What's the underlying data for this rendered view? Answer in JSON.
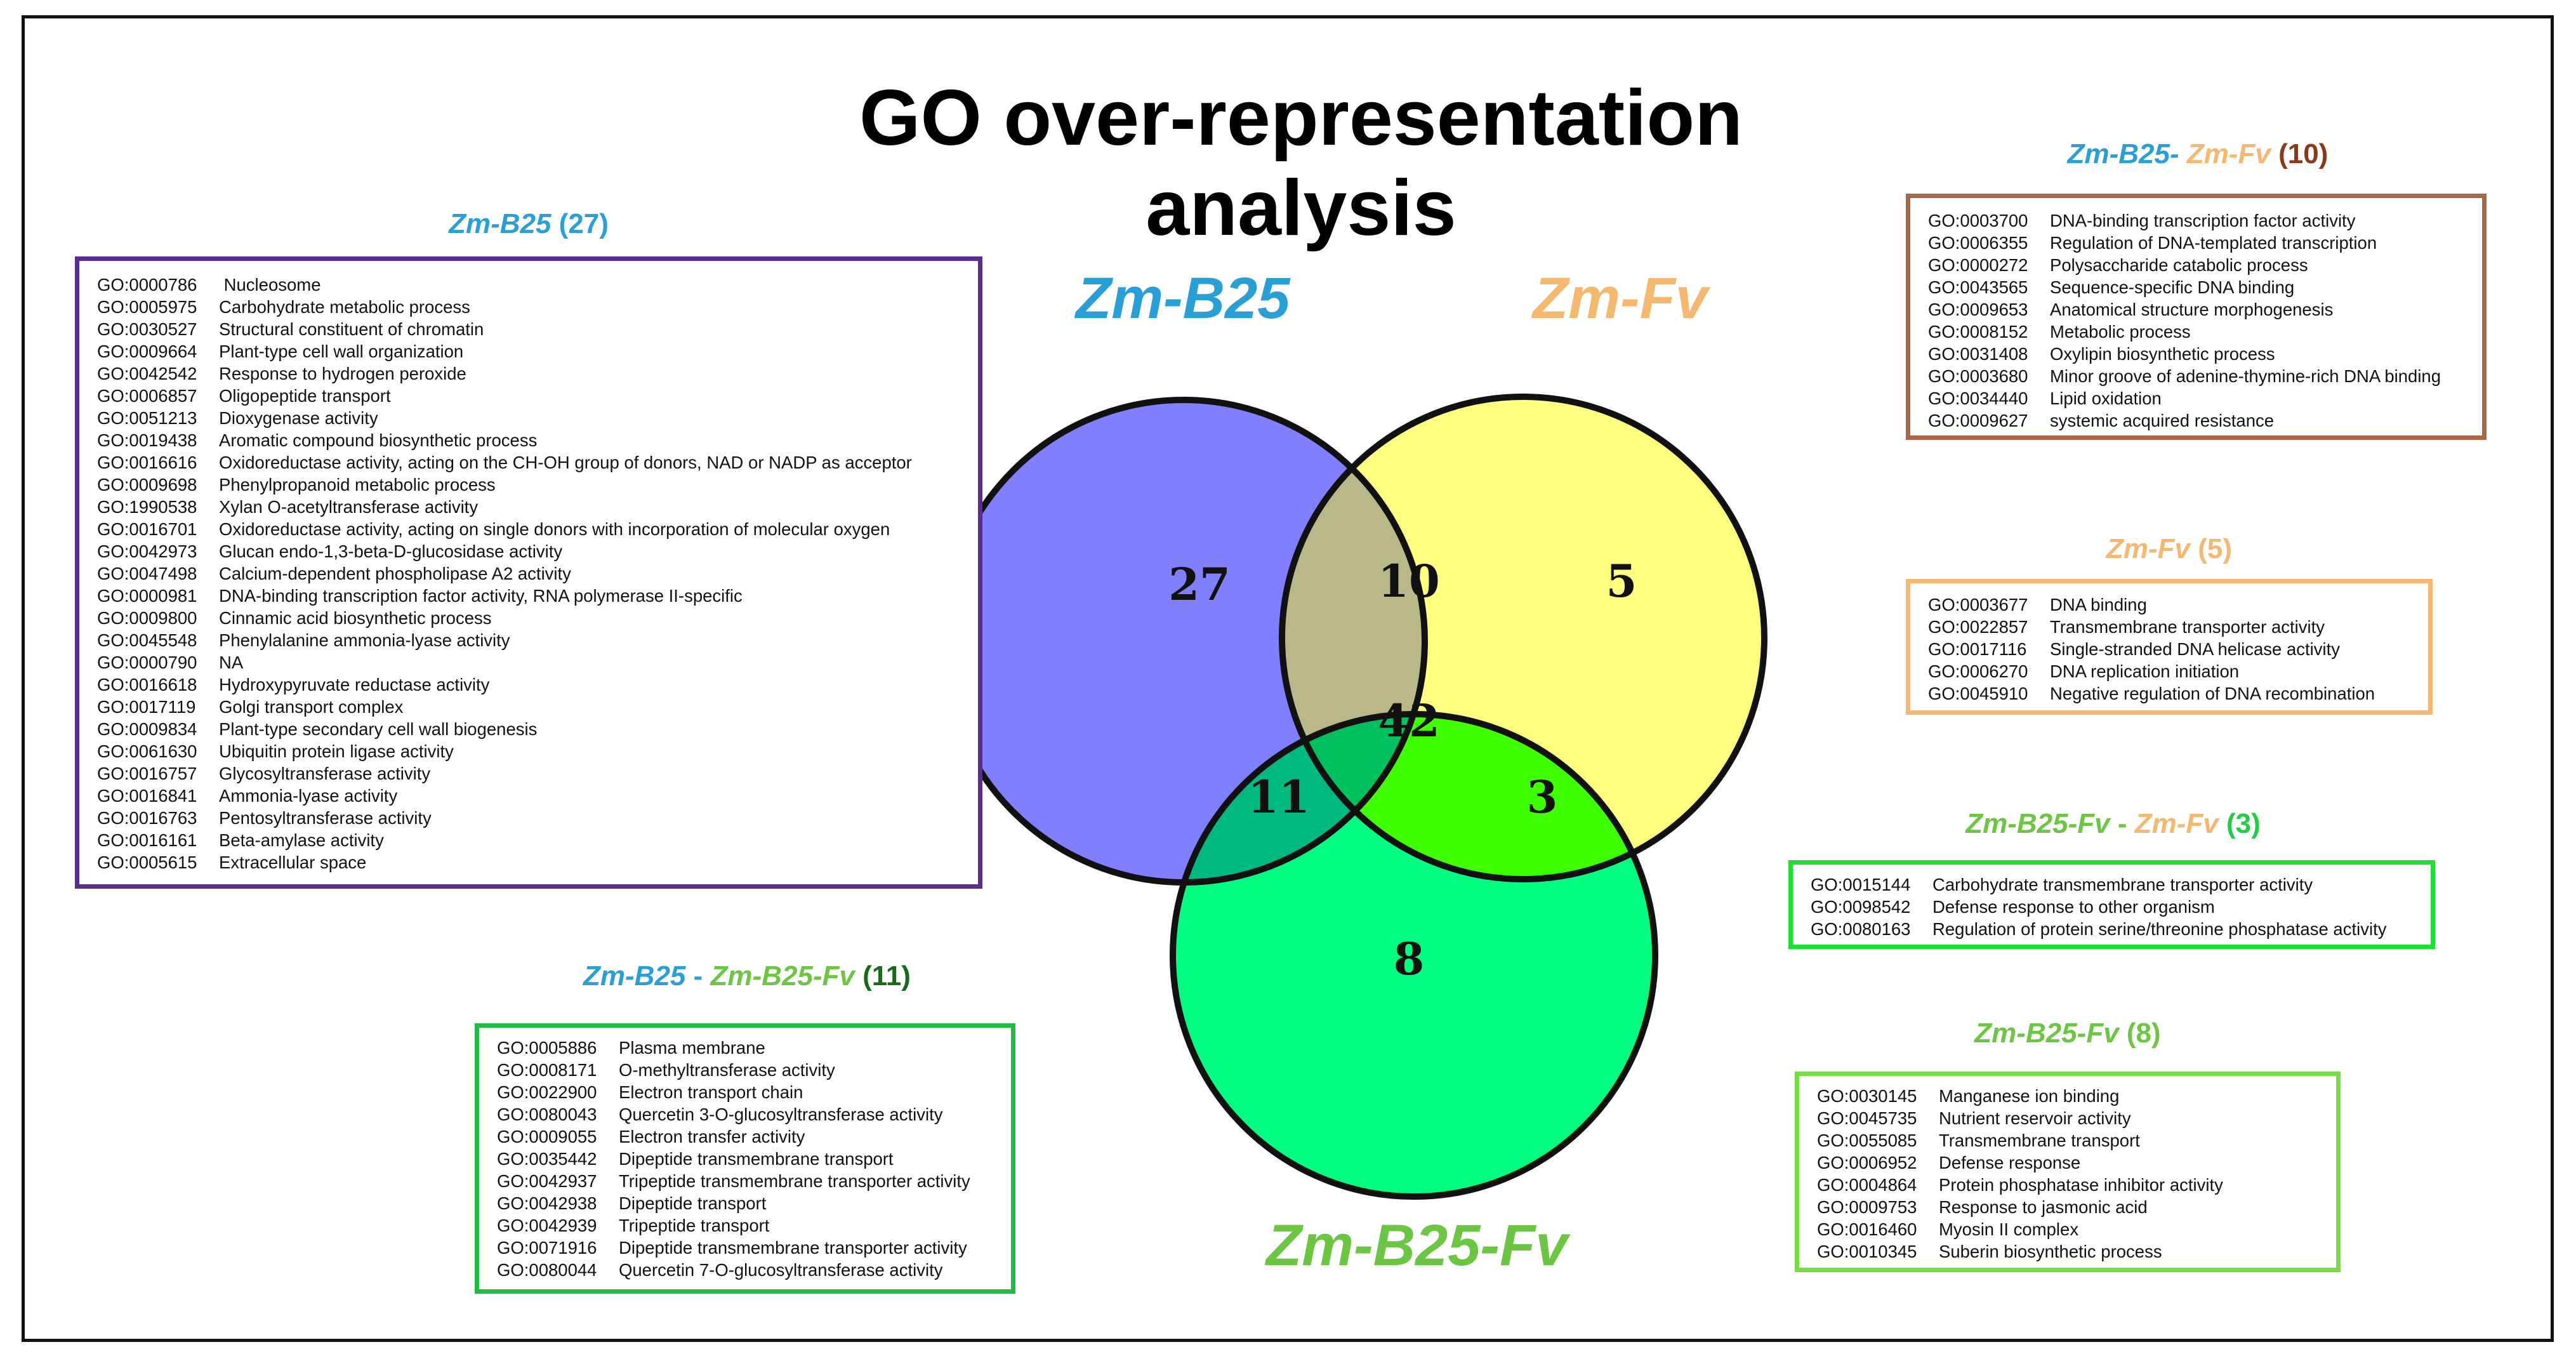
{
  "title": "GO over-representation analysis",
  "colors": {
    "zm_b25": "#2a9fd6",
    "zm_fv": "#f4b870",
    "zm_b25_fv": "#6cc644",
    "circle_b25_fill": "#8080ff",
    "circle_fv_fill": "#ffff80",
    "circle_b25fv_fill": "#00ff80",
    "overlap_b25_fv": "#b8b888",
    "overlap_b25_b25fv": "#00b880",
    "overlap_fv_b25fv": "#40ff00",
    "overlap_all": "#00c060",
    "box_b25": "#5a2d91",
    "box_b25_fv": "#a86848",
    "box_fv": "#f4b870",
    "box_b25fv": "#22cc44",
    "count_b25_fv": "#8a3a1a",
    "count_b25_b25fv": "#1a6a1a"
  },
  "venn": {
    "labels": {
      "zm_b25": "Zm-B25",
      "zm_fv": "Zm-Fv",
      "zm_b25_fv": "Zm-B25-Fv"
    },
    "counts": {
      "b25_only": "27",
      "b25_and_fv": "10",
      "fv_only": "5",
      "all_three": "42",
      "b25_and_b25fv": "11",
      "fv_and_b25fv": "3",
      "b25fv_only": "8"
    }
  },
  "boxes": {
    "b25": {
      "name": "Zm-B25",
      "count": "(27)",
      "items": [
        {
          "go": "GO:0000786",
          "term": " Nucleosome"
        },
        {
          "go": "GO:0005975",
          "term": "Carbohydrate metabolic process"
        },
        {
          "go": "GO:0030527",
          "term": "Structural constituent of chromatin"
        },
        {
          "go": "GO:0009664",
          "term": "Plant-type cell wall organization"
        },
        {
          "go": "GO:0042542",
          "term": "Response to hydrogen peroxide"
        },
        {
          "go": "GO:0006857",
          "term": "Oligopeptide transport"
        },
        {
          "go": "GO:0051213",
          "term": "Dioxygenase activity"
        },
        {
          "go": "GO:0019438",
          "term": "Aromatic compound biosynthetic process"
        },
        {
          "go": "GO:0016616",
          "term": "Oxidoreductase activity, acting on the CH-OH group of donors, NAD or NADP as acceptor"
        },
        {
          "go": "GO:0009698",
          "term": "Phenylpropanoid metabolic process"
        },
        {
          "go": "GO:1990538",
          "term": "Xylan O-acetyltransferase activity"
        },
        {
          "go": "GO:0016701",
          "term": "Oxidoreductase activity, acting on single donors with incorporation of molecular oxygen"
        },
        {
          "go": "GO:0042973",
          "term": "Glucan endo-1,3-beta-D-glucosidase activity"
        },
        {
          "go": "GO:0047498",
          "term": "Calcium-dependent phospholipase A2 activity"
        },
        {
          "go": "GO:0000981",
          "term": "DNA-binding transcription factor activity, RNA polymerase II-specific"
        },
        {
          "go": "GO:0009800",
          "term": "Cinnamic acid biosynthetic process"
        },
        {
          "go": "GO:0045548",
          "term": "Phenylalanine ammonia-lyase activity"
        },
        {
          "go": "GO:0000790",
          "term": "NA"
        },
        {
          "go": "GO:0016618",
          "term": "Hydroxypyruvate reductase activity"
        },
        {
          "go": "GO:0017119",
          "term": "Golgi transport complex"
        },
        {
          "go": "GO:0009834",
          "term": "Plant-type secondary cell wall biogenesis"
        },
        {
          "go": "GO:0061630",
          "term": "Ubiquitin protein ligase activity"
        },
        {
          "go": "GO:0016757",
          "term": "Glycosyltransferase activity"
        },
        {
          "go": "GO:0016841",
          "term": "Ammonia-lyase activity"
        },
        {
          "go": "GO:0016763",
          "term": "Pentosyltransferase activity"
        },
        {
          "go": "GO:0016161",
          "term": "Beta-amylase activity"
        },
        {
          "go": "GO:0005615",
          "term": "Extracellular space"
        }
      ]
    },
    "b25_fv": {
      "name_a": "Zm-B25-",
      "name_b": "Zm-Fv",
      "count": "(10)",
      "items": [
        {
          "go": "GO:0003700",
          "term": "DNA-binding transcription factor activity"
        },
        {
          "go": "GO:0006355",
          "term": "Regulation of DNA-templated transcription"
        },
        {
          "go": "GO:0000272",
          "term": "Polysaccharide catabolic process"
        },
        {
          "go": "GO:0043565",
          "term": "Sequence-specific DNA binding"
        },
        {
          "go": "GO:0009653",
          "term": "Anatomical structure morphogenesis"
        },
        {
          "go": "GO:0008152",
          "term": "Metabolic process"
        },
        {
          "go": "GO:0031408",
          "term": "Oxylipin biosynthetic process"
        },
        {
          "go": "GO:0003680",
          "term": "Minor groove of adenine-thymine-rich DNA binding"
        },
        {
          "go": "GO:0034440",
          "term": "Lipid oxidation"
        },
        {
          "go": "GO:0009627",
          "term": "systemic acquired resistance"
        }
      ]
    },
    "fv": {
      "name": "Zm-Fv",
      "count": "(5)",
      "items": [
        {
          "go": "GO:0003677",
          "term": "DNA binding"
        },
        {
          "go": "GO:0022857",
          "term": "Transmembrane transporter activity"
        },
        {
          "go": "GO:0017116",
          "term": "Single-stranded DNA helicase activity"
        },
        {
          "go": "GO:0006270",
          "term": "DNA replication initiation"
        },
        {
          "go": "GO:0045910",
          "term": "Negative regulation of DNA recombination"
        }
      ]
    },
    "b25fv_fv": {
      "name_a": "Zm-B25-Fv",
      "sep": " - ",
      "name_b": "Zm-Fv",
      "count": "(3)",
      "items": [
        {
          "go": "GO:0015144",
          "term": "Carbohydrate transmembrane transporter activity"
        },
        {
          "go": "GO:0098542",
          "term": "Defense response to other organism"
        },
        {
          "go": "GO:0080163",
          "term": "Regulation of protein serine/threonine phosphatase activity"
        }
      ]
    },
    "b25_b25fv": {
      "name_a": "Zm-B25",
      "sep": " - ",
      "name_b": "Zm-B25-Fv",
      "count": "(11)",
      "items": [
        {
          "go": "GO:0005886",
          "term": "Plasma membrane"
        },
        {
          "go": "GO:0008171",
          "term": "O-methyltransferase activity"
        },
        {
          "go": "GO:0022900",
          "term": "Electron transport chain"
        },
        {
          "go": "GO:0080043",
          "term": "Quercetin 3-O-glucosyltransferase activity"
        },
        {
          "go": "GO:0009055",
          "term": "Electron transfer activity"
        },
        {
          "go": "GO:0035442",
          "term": "Dipeptide transmembrane transport"
        },
        {
          "go": "GO:0042937",
          "term": "Tripeptide transmembrane transporter activity"
        },
        {
          "go": "GO:0042938",
          "term": "Dipeptide transport"
        },
        {
          "go": "GO:0042939",
          "term": "Tripeptide transport"
        },
        {
          "go": "GO:0071916",
          "term": "Dipeptide transmembrane transporter activity"
        },
        {
          "go": "GO:0080044",
          "term": "Quercetin 7-O-glucosyltransferase activity"
        }
      ]
    },
    "b25fv": {
      "name": "Zm-B25-Fv",
      "count": "(8)",
      "items": [
        {
          "go": "GO:0030145",
          "term": "Manganese ion binding"
        },
        {
          "go": "GO:0045735",
          "term": "Nutrient reservoir activity"
        },
        {
          "go": "GO:0055085",
          "term": "Transmembrane transport"
        },
        {
          "go": "GO:0006952",
          "term": "Defense response"
        },
        {
          "go": "GO:0004864",
          "term": "Protein phosphatase inhibitor activity"
        },
        {
          "go": "GO:0009753",
          "term": "Response to jasmonic acid"
        },
        {
          "go": "GO:0016460",
          "term": "Myosin II complex"
        },
        {
          "go": "GO:0010345",
          "term": "Suberin biosynthetic process"
        }
      ]
    }
  }
}
